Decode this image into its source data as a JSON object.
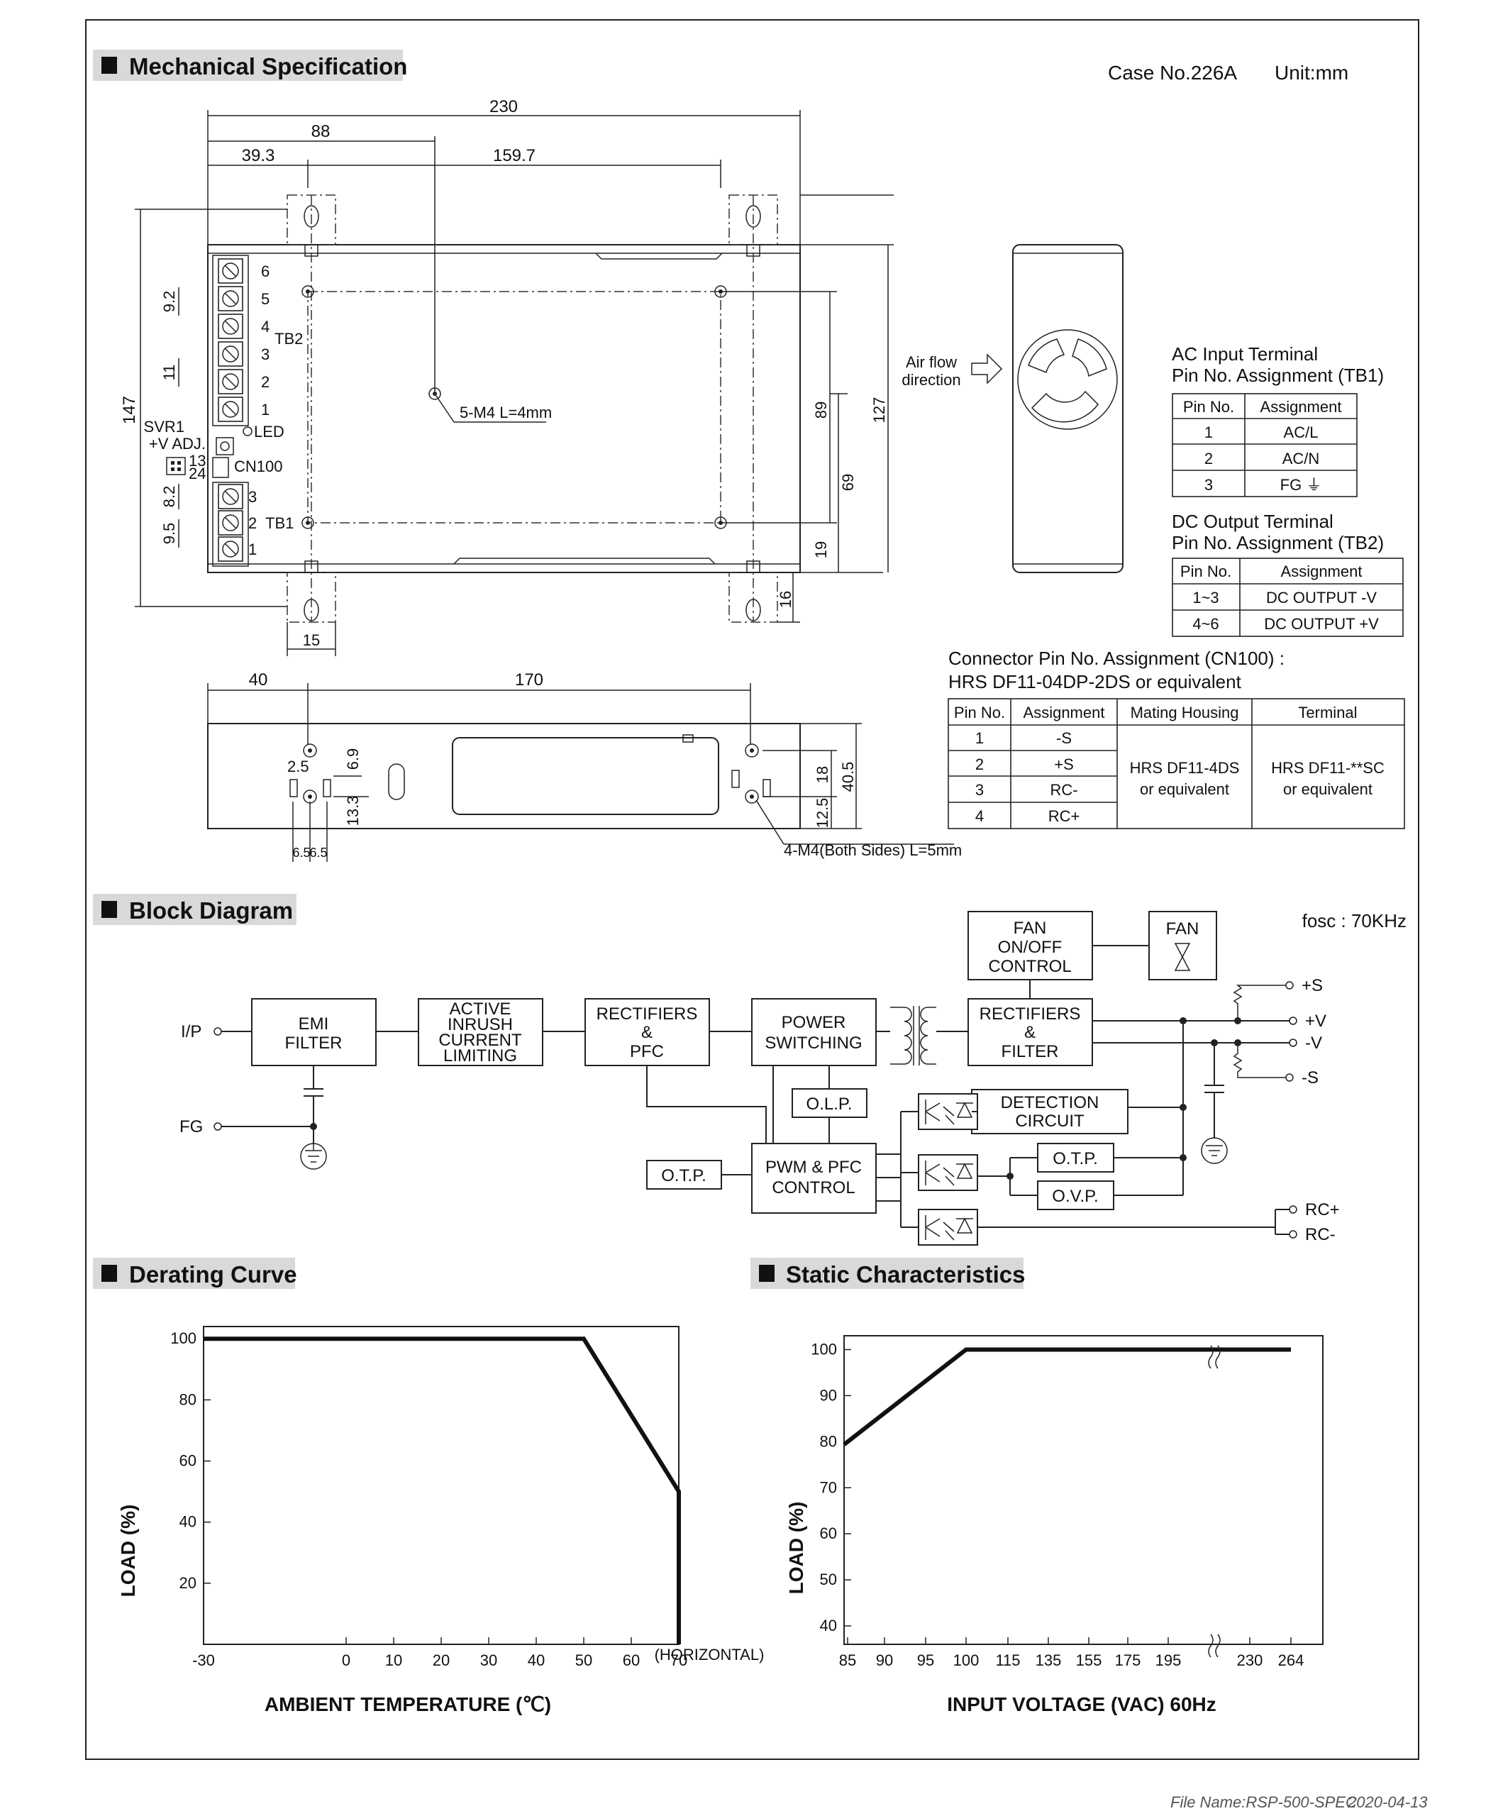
{
  "sections": {
    "mechanical": "Mechanical Specification",
    "block": "Block Diagram",
    "derating": "Derating Curve",
    "static": "Static Characteristics"
  },
  "case_no": "Case No.226A",
  "unit": "Unit:mm",
  "dims": {
    "d230": "230",
    "d88": "88",
    "d39_3": "39.3",
    "d159_7": "159.7",
    "d147": "147",
    "d127": "127",
    "d89": "89",
    "d69": "69",
    "d19": "19",
    "d16": "16",
    "d15": "15",
    "d9_2": "9.2",
    "d11": "11",
    "d8_2": "8.2",
    "d9_5": "9.5",
    "d40": "40",
    "d170": "170",
    "d2_5": "2.5",
    "d6_9": "6.9",
    "d13_3": "13.3",
    "d6_5a": "6.5",
    "d6_5b": "6.5",
    "d18": "18",
    "d40_5": "40.5",
    "d12_5": "12.5"
  },
  "labels": {
    "screw_top": "5-M4 L=4mm",
    "screw_side": "4-M4(Both Sides) L=5mm",
    "tb2": "TB2",
    "tb1": "TB1",
    "svr1": "SVR1",
    "vadj": "+V ADJ.",
    "led": "LED",
    "cn100": "CN100",
    "cn_pins_top": "13",
    "cn_pins_bot": "24",
    "airflow1": "Air flow",
    "airflow2": "direction",
    "tb2_pins": [
      "6",
      "5",
      "4",
      "3",
      "2",
      "1"
    ],
    "tb1_pins": [
      "3",
      "2",
      "1"
    ]
  },
  "ac_table": {
    "title1": "AC Input Terminal",
    "title2": "Pin No.  Assignment (TB1)",
    "headers": [
      "Pin No.",
      "Assignment"
    ],
    "rows": [
      [
        "1",
        "AC/L"
      ],
      [
        "2",
        "AC/N"
      ],
      [
        "3",
        "FG ⏚"
      ]
    ]
  },
  "dc_table": {
    "title1": "DC Output Terminal",
    "title2": "Pin No.  Assignment (TB2)",
    "headers": [
      "Pin No.",
      "Assignment"
    ],
    "rows": [
      [
        "1~3",
        "DC OUTPUT -V"
      ],
      [
        "4~6",
        "DC OUTPUT +V"
      ]
    ]
  },
  "cn_table": {
    "title1": "Connector Pin No. Assignment (CN100) :",
    "title2": "HRS DF11-04DP-2DS or equivalent",
    "headers": [
      "Pin No.",
      "Assignment",
      "Mating Housing",
      "Terminal"
    ],
    "rows": [
      [
        "1",
        "-S"
      ],
      [
        "2",
        "+S"
      ],
      [
        "3",
        "RC-"
      ],
      [
        "4",
        "RC+"
      ]
    ],
    "housing1": "HRS DF11-4DS",
    "housing2": "or equivalent",
    "terminal1": "HRS DF11-**SC",
    "terminal2": "or equivalent"
  },
  "block": {
    "fosc": "fosc : 70KHz",
    "ip": "I/P",
    "fg": "FG",
    "emi1": "EMI",
    "emi2": "FILTER",
    "act1": "ACTIVE",
    "act2": "INRUSH",
    "act3": "CURRENT",
    "act4": "LIMITING",
    "rect1": "RECTIFIERS",
    "rect2": "&",
    "rect3": "PFC",
    "pow1": "POWER",
    "pow2": "SWITCHING",
    "orect1": "RECTIFIERS",
    "orect2": "&",
    "orect3": "FILTER",
    "fanc1": "FAN",
    "fanc2": "ON/OFF",
    "fanc3": "CONTROL",
    "fan": "FAN",
    "olp": "O.L.P.",
    "otp_left": "O.T.P.",
    "pwm1": "PWM & PFC",
    "pwm2": "CONTROL",
    "det1": "DETECTION",
    "det2": "CIRCUIT",
    "otp_right": "O.T.P.",
    "ovp": "O.V.P.",
    "plus_s": "+S",
    "plus_v": "+V",
    "minus_v": "-V",
    "minus_s": "-S",
    "rc_plus": "RC+",
    "rc_minus": "RC-"
  },
  "chart_data": [
    {
      "type": "line",
      "title": "Derating Curve",
      "xlabel": "AMBIENT TEMPERATURE (℃)",
      "ylabel": "LOAD (%)",
      "x_note": "(HORIZONTAL)",
      "x_ticks": [
        -30,
        0,
        10,
        20,
        30,
        40,
        50,
        60,
        70
      ],
      "y_ticks": [
        20,
        40,
        60,
        80,
        100
      ],
      "xlim": [
        -30,
        70
      ],
      "ylim": [
        0,
        104
      ],
      "x": [
        -30,
        50,
        70,
        70
      ],
      "y": [
        100,
        100,
        50,
        0
      ]
    },
    {
      "type": "line",
      "title": "Static Characteristics",
      "xlabel": "INPUT VOLTAGE (VAC) 60Hz",
      "ylabel": "LOAD (%)",
      "x_ticks": [
        "85",
        "90",
        "95",
        "100",
        "115",
        "135",
        "155",
        "175",
        "195",
        "230",
        "264"
      ],
      "y_ticks": [
        40,
        50,
        60,
        70,
        80,
        90,
        100
      ],
      "ylim": [
        36,
        103
      ],
      "x": [
        "85",
        "100",
        "264"
      ],
      "y": [
        80,
        100,
        100
      ],
      "axis_break": true
    }
  ],
  "footer": {
    "file": "File Name:RSP-500-SPEC",
    "date": "2020-04-13"
  }
}
